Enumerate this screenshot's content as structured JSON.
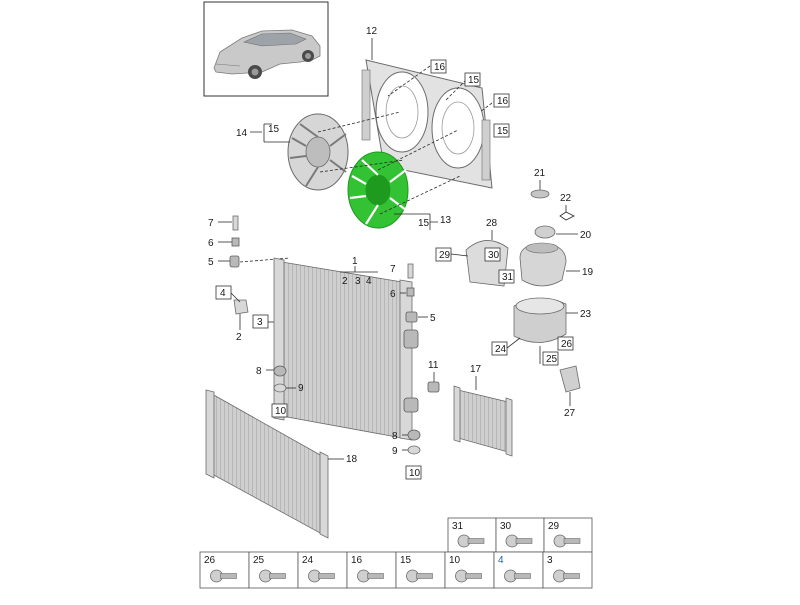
{
  "callouts": {
    "fan_shroud": "12",
    "fan_assembly_left": "14",
    "fan_ring": "15",
    "fan_bolt": "16",
    "fan_green": "13",
    "radiator_main": "1",
    "radiator_sub_2": "2",
    "radiator_sub_3": "3",
    "radiator_sub_4": "4",
    "bolt_7": "7",
    "washer_6": "6",
    "nut_5": "5",
    "bracket_left": "2",
    "bracket_4": "4",
    "clip_3": "3",
    "mount_8": "8",
    "mount_9": "9",
    "mount_10": "10",
    "pipe_11": "11",
    "radiator_lower": "18",
    "aux_radiator": "17",
    "cap_21": "21",
    "clip_22": "22",
    "cap_20": "20",
    "tank_19": "19",
    "bracket_28": "28",
    "screw_29": "29",
    "screw_30": "30",
    "screw_31": "31",
    "tank_holder_23": "23",
    "holder_24": "24",
    "holder_25": "25",
    "holder_26": "26",
    "sensor_27": "27"
  },
  "fasteners_top": [
    {
      "label": "31"
    },
    {
      "label": "30"
    },
    {
      "label": "29"
    }
  ],
  "fasteners_bottom": [
    {
      "label": "26"
    },
    {
      "label": "25"
    },
    {
      "label": "24"
    },
    {
      "label": "16"
    },
    {
      "label": "15"
    },
    {
      "label": "10"
    },
    {
      "label": "4",
      "color": "#1f5fa8"
    },
    {
      "label": "3"
    }
  ],
  "colors": {
    "highlight_fan": "#33c233",
    "highlight_fan_dark": "#1e9a1e"
  }
}
